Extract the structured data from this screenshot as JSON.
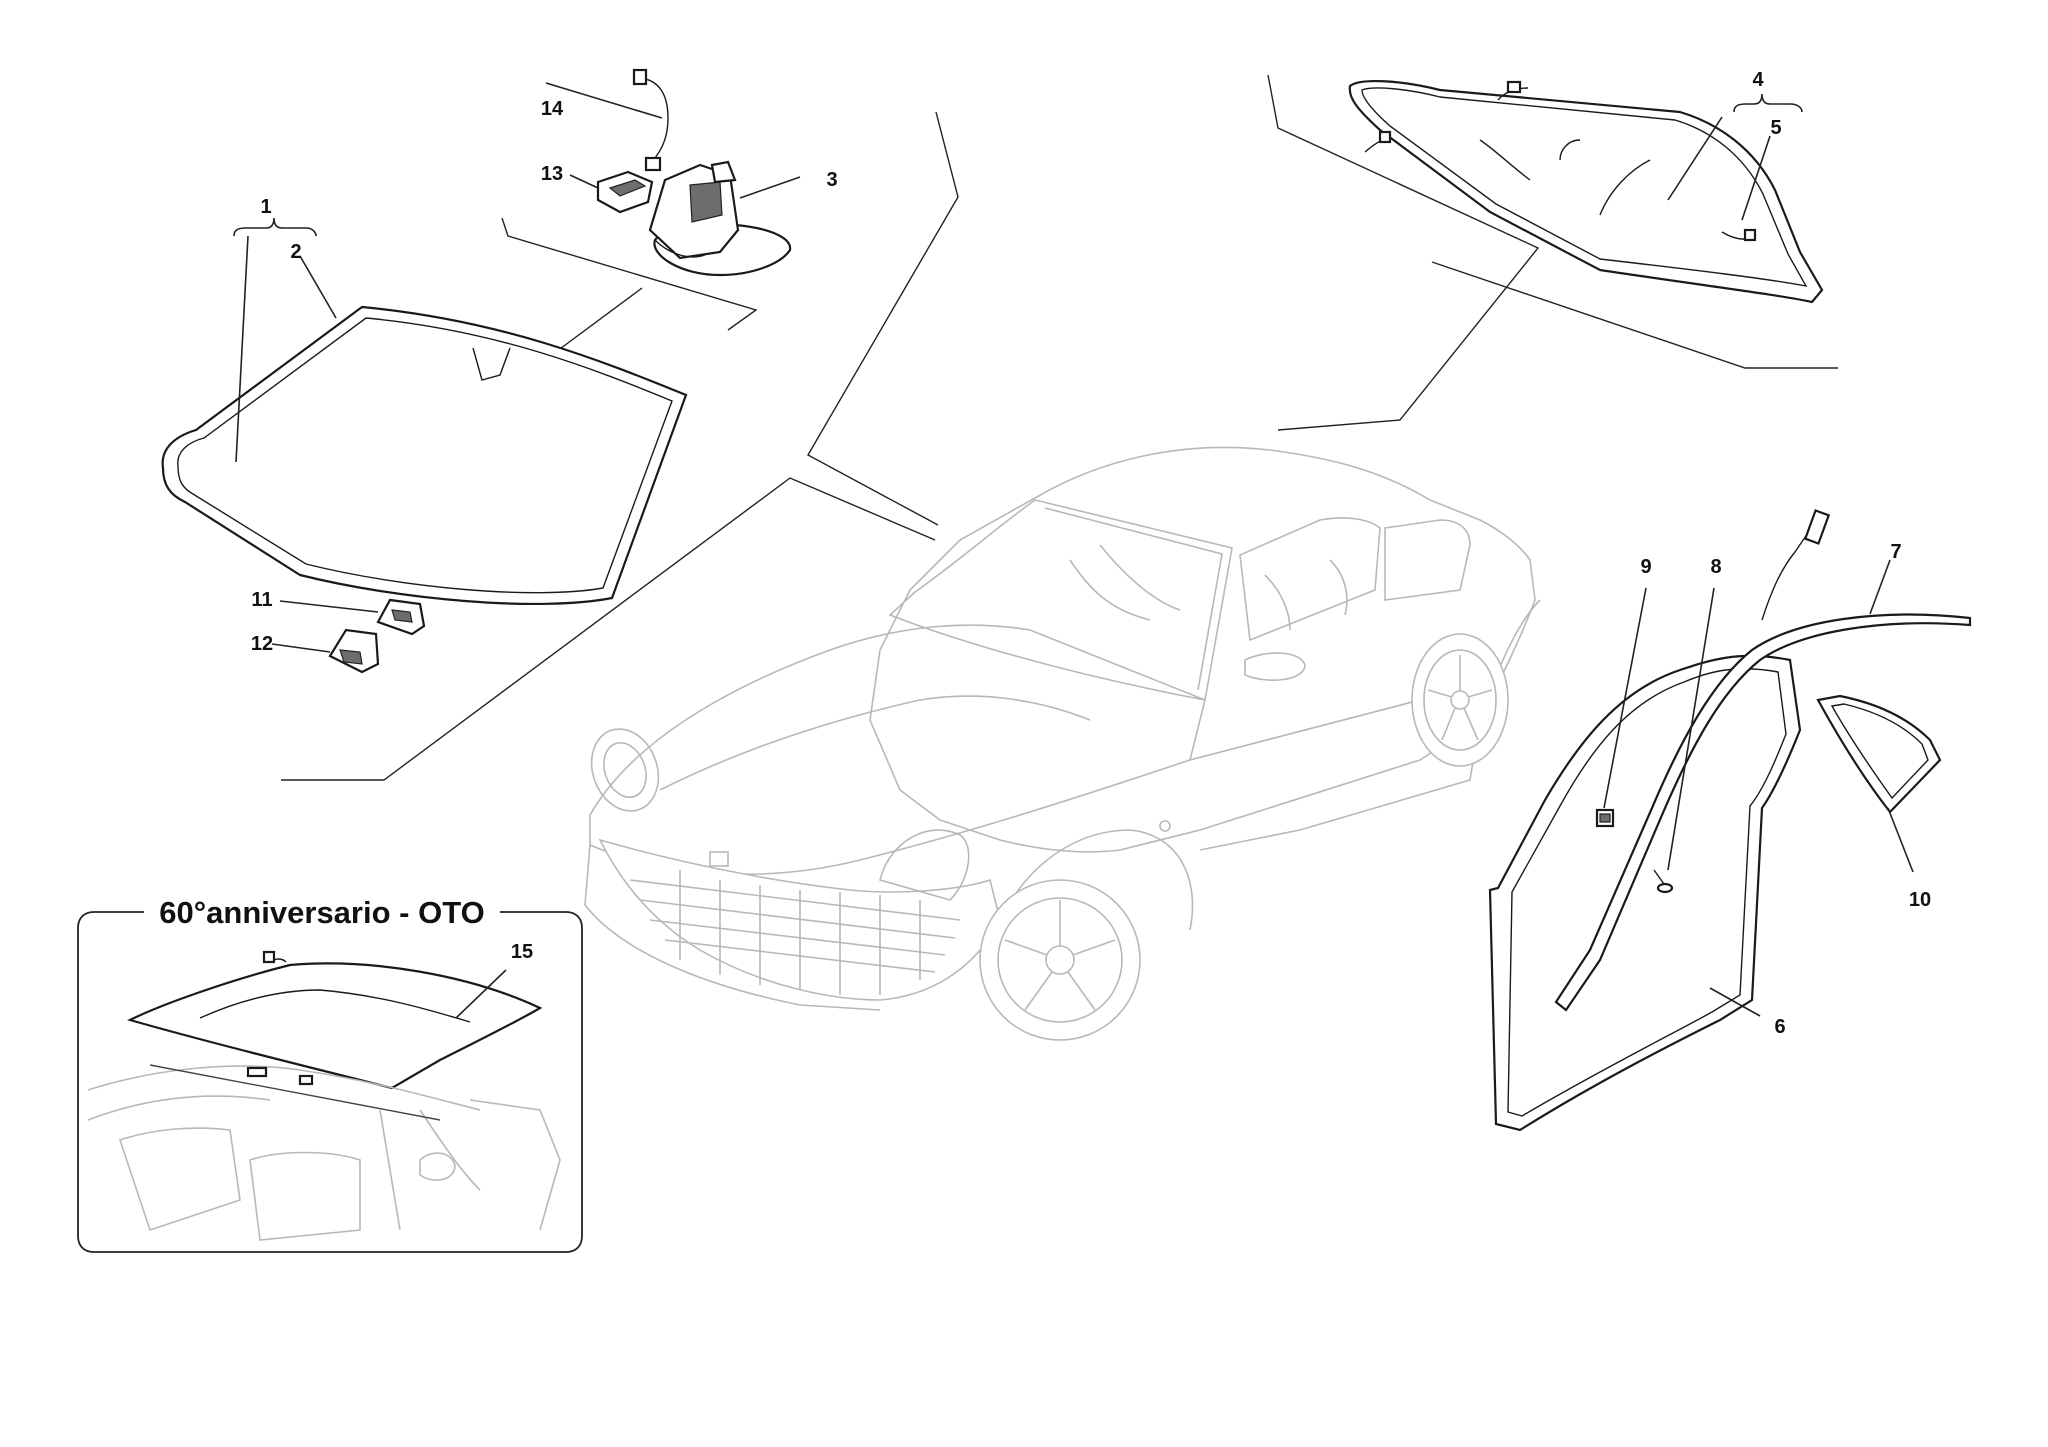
{
  "inset": {
    "title": "60°anniversario - OTO"
  },
  "callouts": {
    "c1": "1",
    "c2": "2",
    "c3": "3",
    "c4": "4",
    "c5": "5",
    "c6": "6",
    "c7": "7",
    "c8": "8",
    "c9": "9",
    "c10": "10",
    "c11": "11",
    "c12": "12",
    "c13": "13",
    "c14": "14",
    "c15": "15"
  },
  "colors": {
    "line": "#1a1a1a",
    "car_outline": "#b8b8b8",
    "shading": "#6d6d6d",
    "background": "#ffffff"
  }
}
